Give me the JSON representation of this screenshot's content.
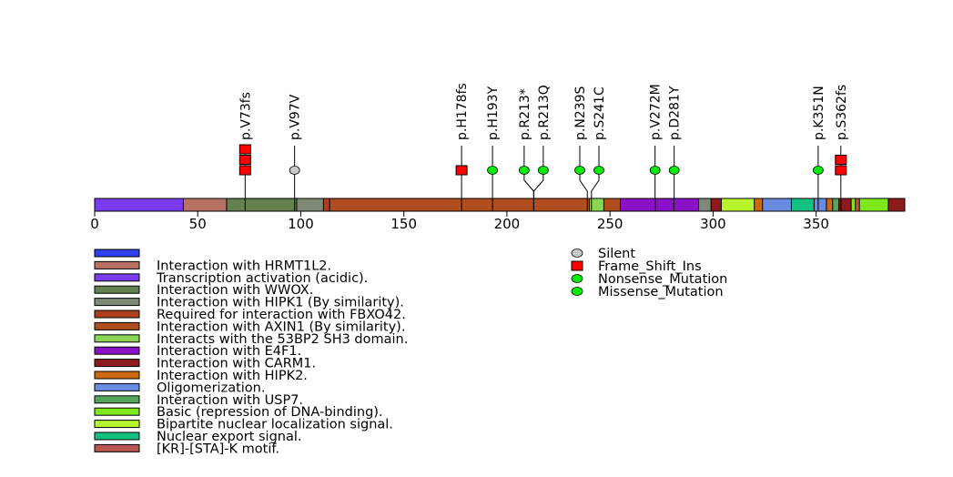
{
  "chart_data": {
    "type": "lollipop",
    "title": "",
    "xlabel": "",
    "ylabel": "",
    "xlim": [
      0,
      393
    ],
    "x_ticks": [
      0,
      50,
      100,
      150,
      200,
      250,
      300,
      350
    ],
    "protein_length": 393,
    "domains": [
      {
        "start": 1,
        "end": 44,
        "color": "#7a3cf2",
        "legend_index": 2
      },
      {
        "start": 44,
        "end": 65,
        "color": "#b87063",
        "legend_index": 1
      },
      {
        "start": 65,
        "end": 99,
        "color": "#64814f",
        "legend_index": 3
      },
      {
        "start": 99,
        "end": 112,
        "color": "#7f8a76",
        "legend_index": 4
      },
      {
        "start": 112,
        "end": 115,
        "color": "#ab3f1e",
        "legend_index": 5
      },
      {
        "start": 115,
        "end": 241,
        "color": "#b04d1e",
        "legend_index": 6
      },
      {
        "start": 241,
        "end": 248,
        "color": "#8ad654",
        "legend_index": 7
      },
      {
        "start": 248,
        "end": 256,
        "color": "#b04d1e",
        "legend_index": 6
      },
      {
        "start": 256,
        "end": 294,
        "color": "#8a11c6",
        "legend_index": 8
      },
      {
        "start": 294,
        "end": 300,
        "color": "#7f8a76",
        "legend_index": 4
      },
      {
        "start": 300,
        "end": 305,
        "color": "#8e1b1b",
        "legend_index": 9
      },
      {
        "start": 305,
        "end": 321,
        "color": "#b8f42e",
        "legend_index": 14
      },
      {
        "start": 321,
        "end": 325,
        "color": "#cb6a0c",
        "legend_index": 10
      },
      {
        "start": 325,
        "end": 339,
        "color": "#6a8ce0",
        "legend_index": 11
      },
      {
        "start": 339,
        "end": 350,
        "color": "#12c17f",
        "legend_index": 15
      },
      {
        "start": 350,
        "end": 356,
        "color": "#6a8ce0",
        "legend_index": 11
      },
      {
        "start": 356,
        "end": 359,
        "color": "#cb6a0c",
        "legend_index": 10
      },
      {
        "start": 359,
        "end": 362,
        "color": "#57a55a",
        "legend_index": 12
      },
      {
        "start": 362,
        "end": 363,
        "color": "#8e1b1b",
        "legend_index": 9
      },
      {
        "start": 363,
        "end": 368,
        "color": "#8e1b1b",
        "legend_index": 9
      },
      {
        "start": 368,
        "end": 370,
        "color": "#7de81c",
        "legend_index": 13
      },
      {
        "start": 370,
        "end": 372,
        "color": "#b85555",
        "legend_index": 16
      },
      {
        "start": 372,
        "end": 386,
        "color": "#7de81c",
        "legend_index": 13
      },
      {
        "start": 386,
        "end": 393,
        "color": "#8e1b1b",
        "legend_index": 9
      }
    ],
    "mutations": [
      {
        "label": "p.V73fs",
        "position": 73,
        "type": "Frame_Shift_Ins",
        "count": 3
      },
      {
        "label": "p.V97V",
        "position": 97,
        "type": "Silent",
        "count": 1
      },
      {
        "label": "p.H178fs",
        "position": 178,
        "type": "Frame_Shift_Ins",
        "count": 1
      },
      {
        "label": "p.H193Y",
        "position": 193,
        "type": "Missense_Mutation",
        "count": 1
      },
      {
        "label": "p.R213*",
        "position": 213,
        "type": "Nonsense_Mutation",
        "count": 1
      },
      {
        "label": "p.R213Q",
        "position": 213,
        "type": "Missense_Mutation",
        "count": 1
      },
      {
        "label": "p.N239S",
        "position": 239,
        "type": "Missense_Mutation",
        "count": 1
      },
      {
        "label": "p.S241C",
        "position": 241,
        "type": "Missense_Mutation",
        "count": 1
      },
      {
        "label": "p.V272M",
        "position": 272,
        "type": "Missense_Mutation",
        "count": 1
      },
      {
        "label": "p.D281Y",
        "position": 281,
        "type": "Missense_Mutation",
        "count": 1
      },
      {
        "label": "p.K351N",
        "position": 351,
        "type": "Missense_Mutation",
        "count": 1
      },
      {
        "label": "p.S362fs",
        "position": 362,
        "type": "Frame_Shift_Ins",
        "count": 2
      }
    ],
    "domain_legend": [
      {
        "label": "",
        "color": "#2e3ff0"
      },
      {
        "label": "Interaction with HRMT1L2.",
        "color": "#b87063"
      },
      {
        "label": "Transcription activation (acidic).",
        "color": "#7a3cf2"
      },
      {
        "label": "Interaction with WWOX.",
        "color": "#64814f"
      },
      {
        "label": "Interaction with HIPK1 (By similarity).",
        "color": "#7f8a76"
      },
      {
        "label": "Required for interaction with FBXO42.",
        "color": "#ab3f1e"
      },
      {
        "label": "Interaction with AXIN1 (By similarity).",
        "color": "#b04d1e"
      },
      {
        "label": "Interacts with the 53BP2 SH3 domain.",
        "color": "#8ad654"
      },
      {
        "label": "Interaction with E4F1.",
        "color": "#8a11c6"
      },
      {
        "label": "Interaction with CARM1.",
        "color": "#8e1b1b"
      },
      {
        "label": "Interaction with HIPK2.",
        "color": "#cb6a0c"
      },
      {
        "label": "Oligomerization.",
        "color": "#6a8ce0"
      },
      {
        "label": "Interaction with USP7.",
        "color": "#57a55a"
      },
      {
        "label": "Basic (repression of DNA-binding).",
        "color": "#7de81c"
      },
      {
        "label": "Bipartite nuclear localization signal.",
        "color": "#b8f42e"
      },
      {
        "label": "Nuclear export signal.",
        "color": "#12c17f"
      },
      {
        "label": "[KR]-[STA]-K motif.",
        "color": "#b85555"
      }
    ],
    "mutation_legend": [
      {
        "label": "Silent",
        "shape": "ellipse",
        "color": "#c8c8c8"
      },
      {
        "label": "Frame_Shift_Ins",
        "shape": "square",
        "color": "#ff0000"
      },
      {
        "label": "Nonsense_Mutation",
        "shape": "ellipse",
        "color": "#00ee00"
      },
      {
        "label": "Missense_Mutation",
        "shape": "ellipse",
        "color": "#00ee00"
      }
    ],
    "type_colors": {
      "Silent": "#c8c8c8",
      "Frame_Shift_Ins": "#ff0000",
      "Nonsense_Mutation": "#00ee00",
      "Missense_Mutation": "#00ee00"
    },
    "legend_placement": "bottom"
  }
}
